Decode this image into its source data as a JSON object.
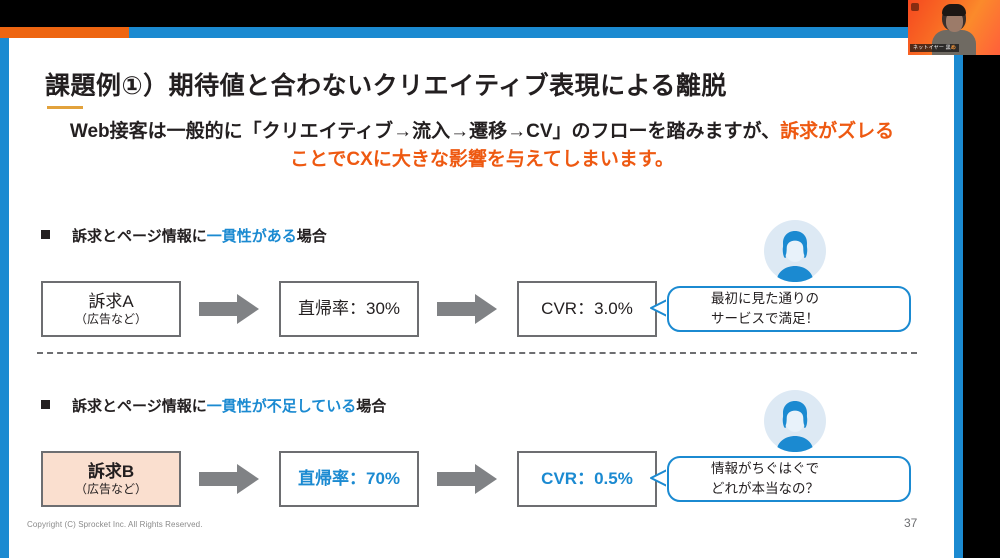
{
  "slide": {
    "title": "課題例①）期待値と合わないクリエイティブ表現による離脱",
    "subtitle_plain": "Web接客は一般的に「クリエイティブ→流入→遷移→CV」のフローを踏みますが、",
    "subtitle_highlight": "訴求がズレることでCXに大きな影響を与えてしまいます。",
    "sections": [
      {
        "heading_prefix": "訴求とページ情報に",
        "heading_highlight": "一貫性がある",
        "heading_suffix": "場合",
        "boxes": [
          {
            "line1": "訴求A",
            "line2": "（広告など）"
          },
          {
            "line1": "直帰率：30%",
            "line2": ""
          },
          {
            "line1": "CVR：3.0%",
            "line2": ""
          }
        ],
        "bubble": {
          "line1": "最初に見た通りの",
          "line2": "サービスで満足！"
        }
      },
      {
        "heading_prefix": "訴求とページ情報に",
        "heading_highlight": "一貫性が不足している",
        "heading_suffix": "場合",
        "boxes": [
          {
            "line1": "訴求B",
            "line2": "（広告など）"
          },
          {
            "line1": "直帰率：70%",
            "line2": ""
          },
          {
            "line1": "CVR：0.5%",
            "line2": ""
          }
        ],
        "bubble": {
          "line1": "情報がちぐはぐで",
          "line2": "どれが本当なの？"
        }
      }
    ],
    "copyright": "Copyright (C) Sprocket Inc. All Rights Reserved.",
    "page_number": "37"
  },
  "video": {
    "participant_name": "ネットイヤー 黒",
    "label_suffix": "め"
  },
  "colors": {
    "accent_blue": "#1b8ad1",
    "accent_orange": "#ee6511",
    "highlight_orange": "#ee5911",
    "box_border": "#6d6e71",
    "peach_fill": "#fadfcf",
    "title_rule": "#e2a23c"
  }
}
